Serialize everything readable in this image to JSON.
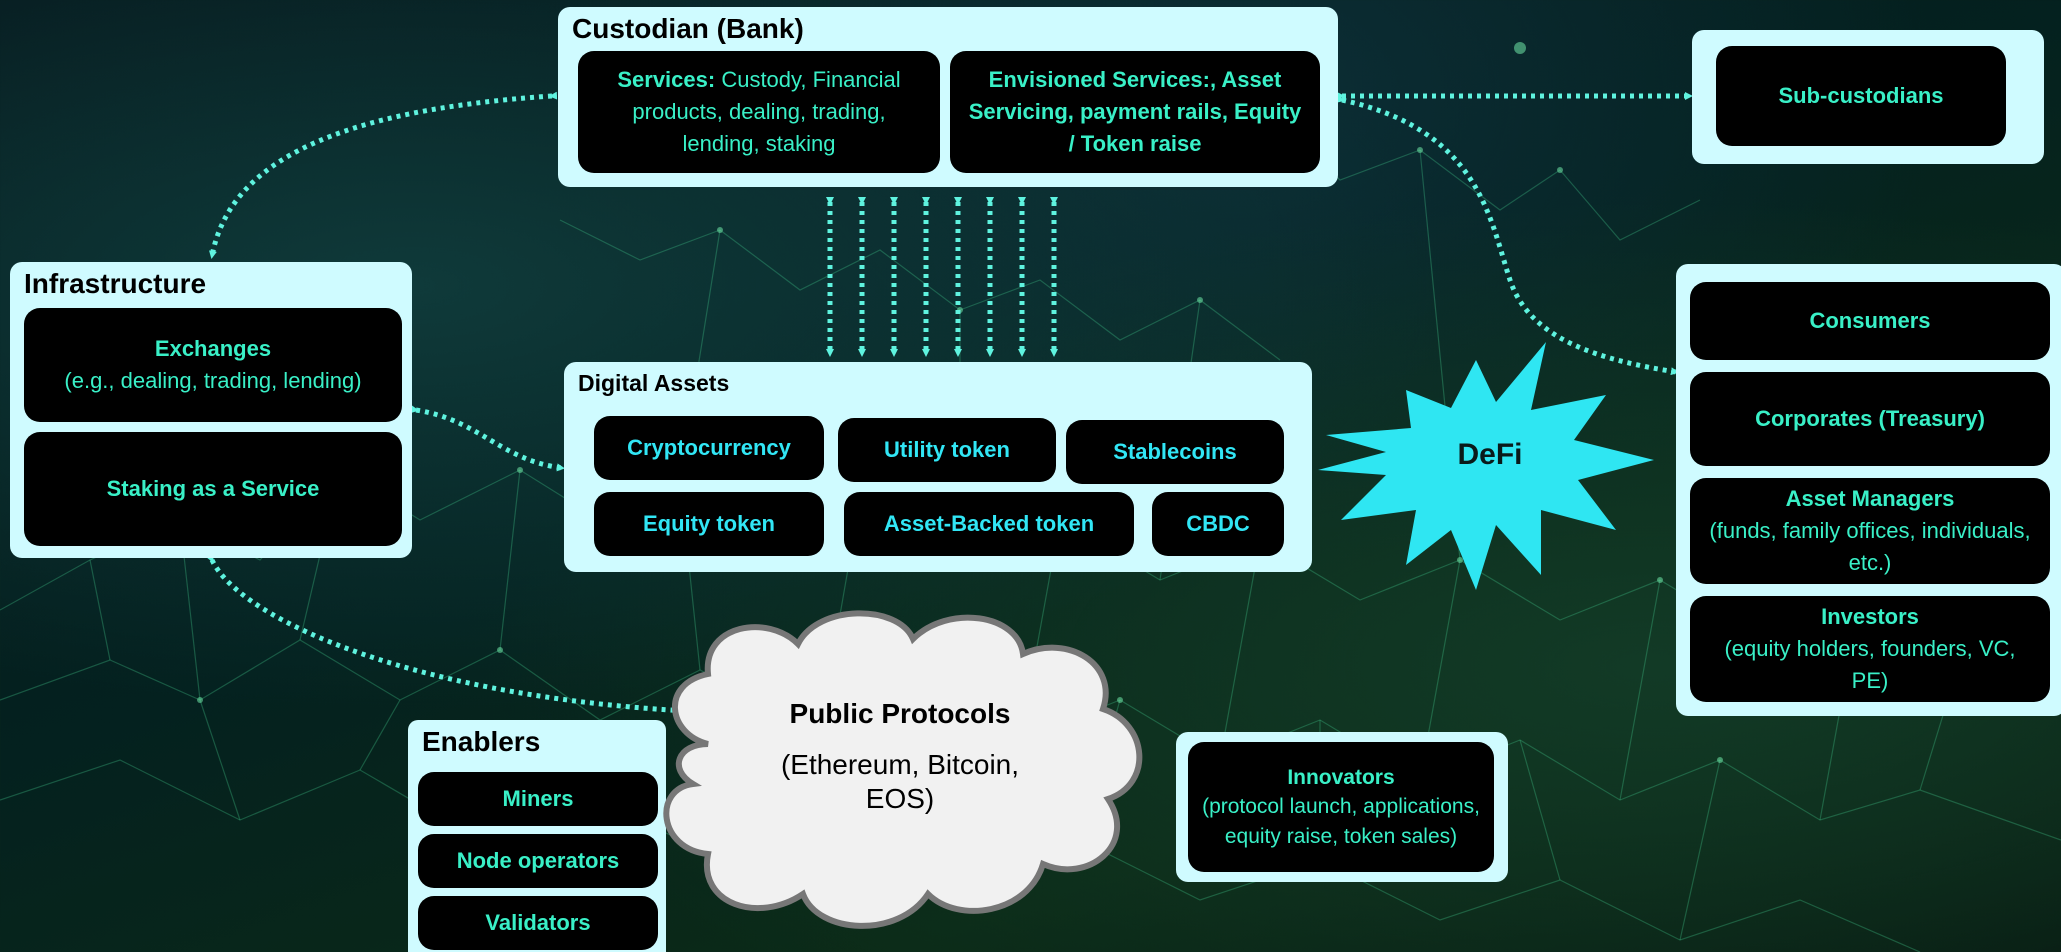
{
  "custodian": {
    "title": "Custodian (Bank)",
    "services_lead": "Services:",
    "services_rest": " Custody, Financial products, dealing, trading, lending, staking",
    "envisioned": "Envisioned Services:, Asset Servicing, payment rails, Equity / Token raise"
  },
  "sub_custodians": "Sub-custodians",
  "infrastructure": {
    "title": "Infrastructure",
    "exchanges_title": "Exchanges",
    "exchanges_sub": "(e.g., dealing, trading, lending)",
    "staking": "Staking as a Service"
  },
  "digital_assets": {
    "title": "Digital Assets",
    "items": [
      "Cryptocurrency",
      "Utility token",
      "Stablecoins",
      "Equity token",
      "Asset-Backed token",
      "CBDC"
    ]
  },
  "defi": "DeFi",
  "clients": {
    "consumers": "Consumers",
    "corporates": "Corporates (Treasury)",
    "asset_managers_title": "Asset Managers",
    "asset_managers_sub": "(funds, family offices, individuals, etc.)",
    "investors_title": "Investors",
    "investors_sub": "(equity holders, founders, VC, PE)"
  },
  "public_protocols": {
    "title": "Public Protocols",
    "sub": "(Ethereum, Bitcoin, EOS)"
  },
  "enablers": {
    "title": "Enablers",
    "items": [
      "Miners",
      "Node operators",
      "Validators"
    ]
  },
  "innovators": {
    "title": "Innovators",
    "sub": "(protocol launch, applications, equity raise, token sales)"
  },
  "colors": {
    "panel": "#cffbff",
    "box": "#000000",
    "text_green": "#39f0c7",
    "text_cyan": "#31e6f5",
    "connector": "#5ff3df",
    "defi_star": "#2fe6f2"
  }
}
